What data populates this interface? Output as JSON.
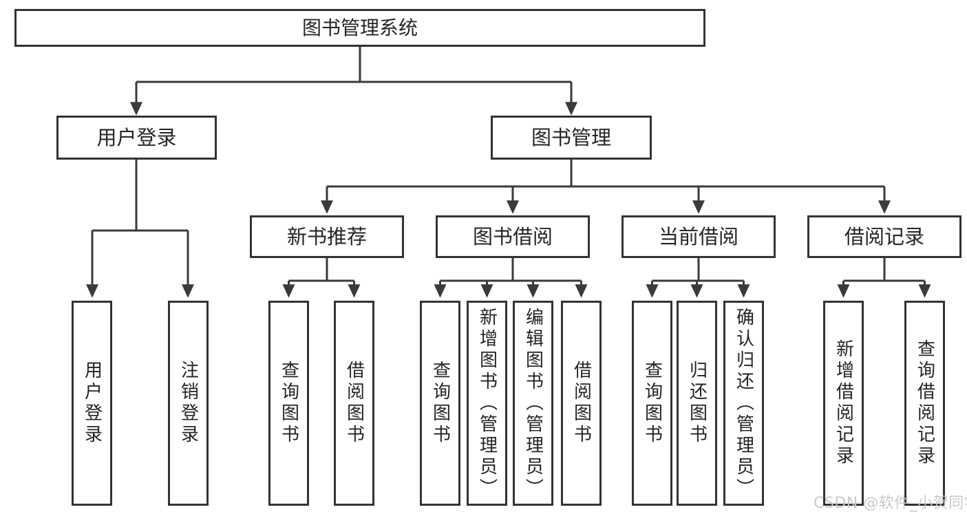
{
  "diagram": {
    "root": {
      "label": "图书管理系统"
    },
    "level2": [
      {
        "label": "用户登录"
      },
      {
        "label": "图书管理"
      }
    ],
    "level3": [
      {
        "label": "新书推荐"
      },
      {
        "label": "图书借阅"
      },
      {
        "label": "当前借阅"
      },
      {
        "label": "借阅记录"
      }
    ],
    "leaves": {
      "user_login": [
        "用户登录",
        "注销登录"
      ],
      "new_book_recommend": [
        "查询图书",
        "借阅图书"
      ],
      "book_borrow": [
        "查询图书",
        "新增图书（管理员）",
        "编辑图书（管理员）",
        "借阅图书"
      ],
      "current_borrow": [
        "查询图书",
        "归还图书",
        "确认归还（管理员）"
      ],
      "borrow_records": [
        "新增借阅记录",
        "查询借阅记录"
      ]
    }
  },
  "watermark": {
    "text": "CSDN @软件_小贺同学"
  },
  "colors": {
    "line": "#3a3a3a",
    "box_border": "#333333",
    "text": "#242424",
    "background": "#ffffff",
    "watermark": "#c8c8c8"
  }
}
